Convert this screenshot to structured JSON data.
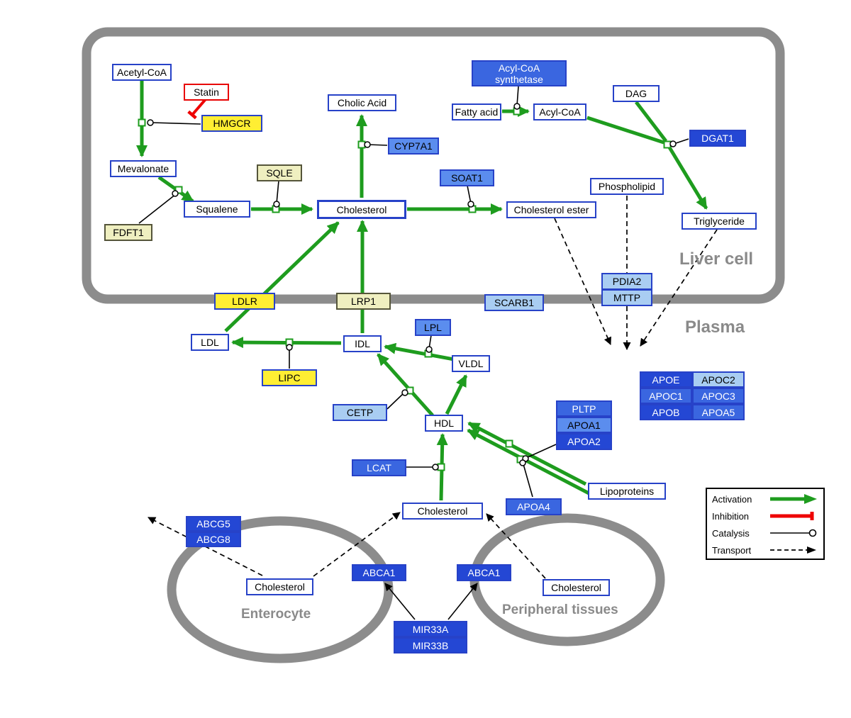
{
  "palette": {
    "activation": "#1E9C1E",
    "inhibition": "#EE0000",
    "membrane": "#8C8C8C",
    "node_border": "#2742C8",
    "yellow": "#FFEE33",
    "pale_yellow": "#EFEFC0",
    "blue_light": "#A9CDF2",
    "blue_medium": "#5B8DEE",
    "blue_royal": "#3A66E0",
    "blue_dark": "#2447D4"
  },
  "compartments": {
    "liver": "Liver cell",
    "plasma": "Plasma",
    "enterocyte": "Enterocyte",
    "peripheral": "Peripheral tissues"
  },
  "legend": {
    "items": [
      {
        "label": "Activation"
      },
      {
        "label": "Inhibition"
      },
      {
        "label": "Catalysis"
      },
      {
        "label": "Transport"
      }
    ]
  },
  "nodes": {
    "acetyl_coa": "Acetyl-CoA",
    "statin": "Statin",
    "hmgcr": "HMGCR",
    "mevalonate": "Mevalonate",
    "fdft1": "FDFT1",
    "squalene": "Squalene",
    "sqle": "SQLE",
    "cholesterol_liver": "Cholesterol",
    "cholic_acid": "Cholic Acid",
    "cyp7a1": "CYP7A1",
    "soat1": "SOAT1",
    "cholesterol_ester": "Cholesterol ester",
    "acyl_coa_synthetase": "Acyl-CoA synthetase",
    "fatty_acid": "Fatty acid",
    "acyl_coa": "Acyl-CoA",
    "dag": "DAG",
    "dgat1": "DGAT1",
    "phospholipid": "Phospholipid",
    "triglyceride": "Triglyceride",
    "pdia2": "PDIA2",
    "mttp": "MTTP",
    "scarb1": "SCARB1",
    "ldlr": "LDLR",
    "lrp1": "LRP1",
    "ldl": "LDL",
    "idl": "IDL",
    "lpl": "LPL",
    "vldl": "VLDL",
    "lipc": "LIPC",
    "cetp": "CETP",
    "hdl": "HDL",
    "pltp": "PLTP",
    "apoa1": "APOA1",
    "apoa2": "APOA2",
    "apoe": "APOE",
    "apoc2": "APOC2",
    "apoc1": "APOC1",
    "apoc3": "APOC3",
    "apob": "APOB",
    "apoa5": "APOA5",
    "lcat": "LCAT",
    "apoa4": "APOA4",
    "lipoproteins": "Lipoproteins",
    "cholesterol_plasma": "Cholesterol",
    "abcg5": "ABCG5",
    "abcg8": "ABCG8",
    "cholesterol_enterocyte": "Cholesterol",
    "abca1_enterocyte": "ABCA1",
    "abca1_peripheral": "ABCA1",
    "cholesterol_peripheral": "Cholesterol",
    "mir33a": "MIR33A",
    "mir33b": "MIR33B"
  }
}
